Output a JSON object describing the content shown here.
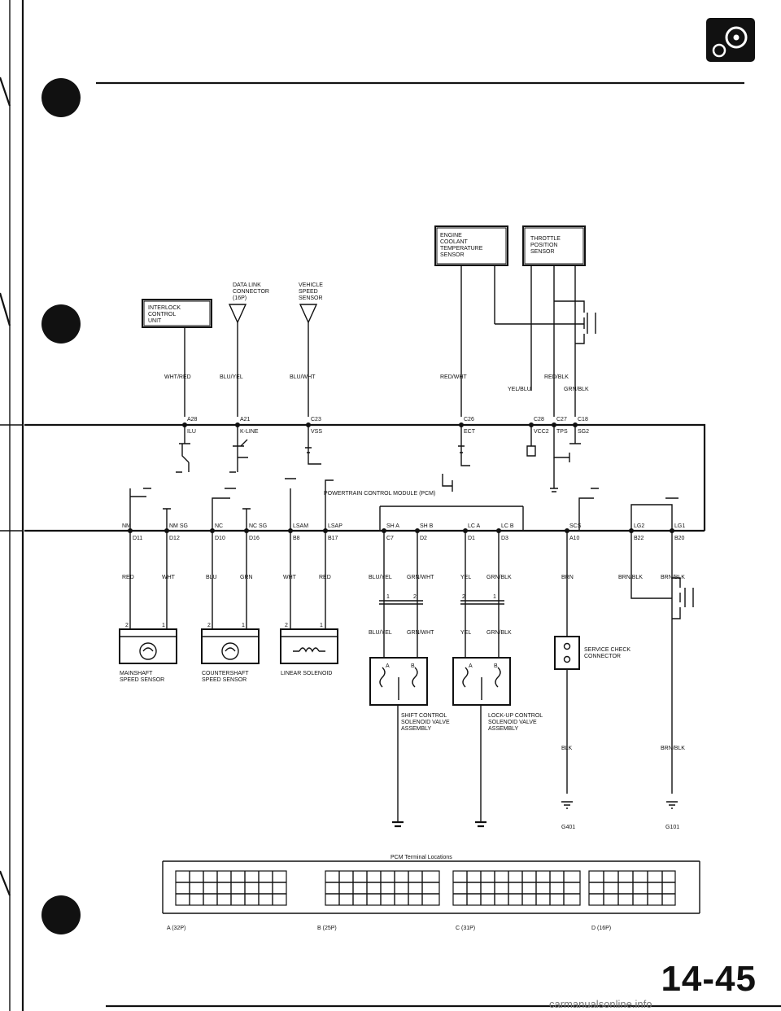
{
  "page": {
    "number": "14-45",
    "footer": "carmanualsonline.info"
  },
  "components": {
    "ect": [
      "ENGINE",
      "COOLANT",
      "TEMPERATURE",
      "SENSOR"
    ],
    "tps": [
      "THROTTLE",
      "POSITION",
      "SENSOR"
    ],
    "interlock": [
      "INTERLOCK",
      "CONTROL",
      "UNIT"
    ],
    "dlc": [
      "DATA LINK",
      "CONNECTOR",
      "(16P)"
    ],
    "vss": [
      "VEHICLE",
      "SPEED",
      "SENSOR"
    ],
    "pcm": "POWERTRAIN CONTROL MODULE (PCM)",
    "mainshaft": [
      "MAINSHAFT",
      "SPEED SENSOR"
    ],
    "countershaft": [
      "COUNTERSHAFT",
      "SPEED SENSOR"
    ],
    "linear_solenoid": "LINEAR SOLENOID",
    "shift_valve": [
      "SHIFT CONTROL",
      "SOLENOID VALVE",
      "ASSEMBLY"
    ],
    "lockup_valve": [
      "LOCK-UP CONTROL",
      "SOLENOID VALVE",
      "ASSEMBLY"
    ],
    "service_check": [
      "SERVICE CHECK",
      "CONNECTOR"
    ]
  },
  "wires": {
    "wht_red": "WHT/RED",
    "blu_yel": "BLU/YEL",
    "blu_wht": "BLU/WHT",
    "red_wht": "RED/WHT",
    "yel_blu": "YEL/BLU",
    "red_blk": "RED/BLK",
    "grn_blk": "GRN/BLK",
    "red": "RED",
    "wht": "WHT",
    "blu": "BLU",
    "grn": "GRN",
    "grn_wht": "GRN/WHT",
    "yel": "YEL",
    "brn": "BRN",
    "brn_blk": "BRN/BLK",
    "blk": "BLK"
  },
  "pins_top": [
    {
      "pin": "A28",
      "signal": "ILU"
    },
    {
      "pin": "A21",
      "signal": "K-LINE"
    },
    {
      "pin": "C23",
      "signal": "VSS"
    },
    {
      "pin": "C26",
      "signal": "ECT"
    },
    {
      "pin": "C28",
      "signal": "VCC2"
    },
    {
      "pin": "C27",
      "signal": "TPS"
    },
    {
      "pin": "C18",
      "signal": "SG2"
    }
  ],
  "pins_bottom": [
    {
      "pin": "D11",
      "signal": "NM"
    },
    {
      "pin": "D12",
      "signal": "NM SG"
    },
    {
      "pin": "D10",
      "signal": "NC"
    },
    {
      "pin": "D16",
      "signal": "NC SG"
    },
    {
      "pin": "B8",
      "signal": "LSAM"
    },
    {
      "pin": "B17",
      "signal": "LSAP"
    },
    {
      "pin": "C7",
      "signal": "SH A"
    },
    {
      "pin": "D2",
      "signal": "SH B"
    },
    {
      "pin": "D1",
      "signal": "LC A"
    },
    {
      "pin": "D3",
      "signal": "LC B"
    },
    {
      "pin": "A10",
      "signal": "SCS"
    },
    {
      "pin": "B22",
      "signal": "LG2"
    },
    {
      "pin": "B20",
      "signal": "LG1"
    }
  ],
  "grounds": {
    "g401": "G401",
    "g101": "G101"
  },
  "connector_pins": {
    "one": "1",
    "two": "2",
    "a": "A",
    "b": "B"
  },
  "terminal_locations": {
    "title": "PCM Terminal Locations",
    "labels": [
      "A (32P)",
      "B (25P)",
      "C (31P)",
      "D (16P)"
    ]
  }
}
